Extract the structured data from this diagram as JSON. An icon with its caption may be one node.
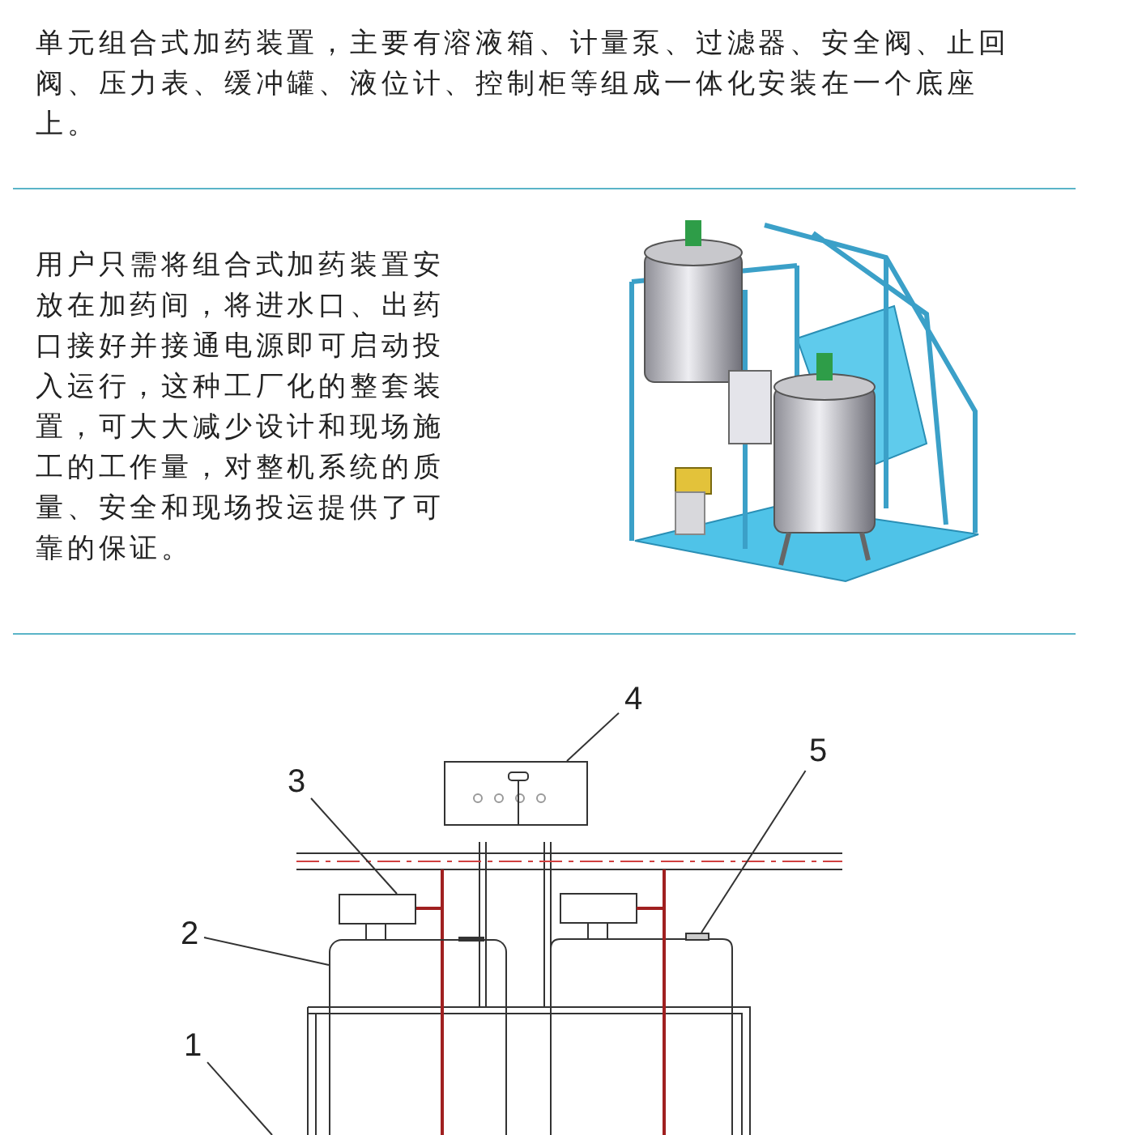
{
  "diagram": {
    "nodes": [
      {
        "text": [
          "单元组合式加药装置，主要有溶液箱、计量泵、过滤器、安全阀、止回阀、压力表、缓冲罐、液位计、控制柜等组成一体化安装在一个底座上。"
        ]
      },
      {
        "text": [
          "用户只需将组合式加药装置安放在加药间，将进水口、出药口接好并接通电源即可启动投入运行，这种工厂化的整套装置，可大大减少设计和现场施工的工作量，对整机系统的质量、安全和现场投运提供了可靠的保证。"
        ]
      },
      {
        "text": [
          "4"
        ]
      },
      {
        "text": [
          "3"
        ]
      },
      {
        "text": [
          "5"
        ]
      },
      {
        "text": [
          "2"
        ]
      },
      {
        "text": [
          "1"
        ]
      },
      {
        "text": [],
        "shape": "box"
      },
      {
        "text": [],
        "shape": "box"
      },
      {
        "text": [],
        "shape": "box"
      },
      {
        "text": [],
        "shape": "box"
      }
    ],
    "edges": [
      {
        "from": 2,
        "to": 7,
        "arrow": "none"
      },
      {
        "from": 3,
        "to": 8,
        "arrow": "none"
      },
      {
        "from": 4,
        "to": 10,
        "arrow": "none"
      },
      {
        "from": 5,
        "to": 9,
        "arrow": "none"
      },
      {
        "from": 6,
        "to": null,
        "arrow": "none"
      }
    ]
  }
}
